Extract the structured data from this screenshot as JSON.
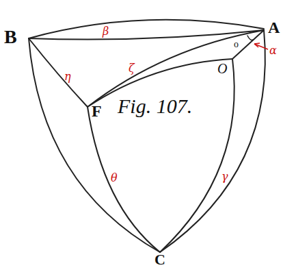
{
  "diagram": {
    "labels": [
      "B",
      "A",
      "F",
      "O",
      "C",
      "o",
      "β",
      "ζ",
      "η",
      "θ",
      "γ",
      "α",
      "Fig. 107."
    ]
  }
}
